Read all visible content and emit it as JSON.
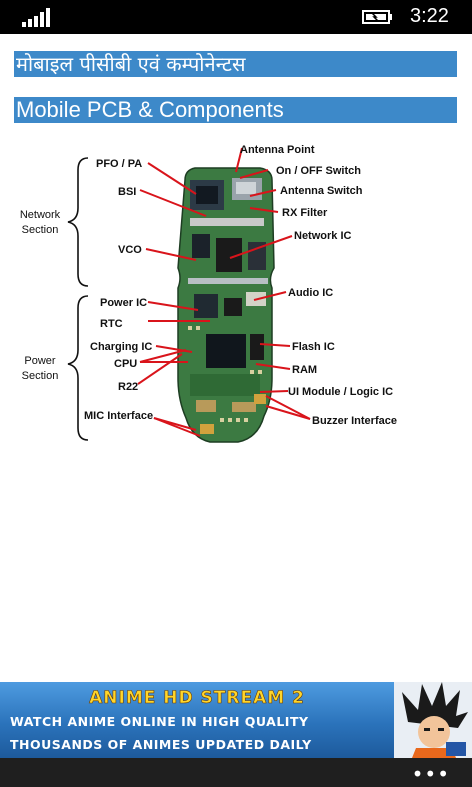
{
  "status": {
    "time": "3:22"
  },
  "headings": {
    "hindi": "मोबाइल पीसीबी एवं कम्पोनेन्टस",
    "english": "Mobile PCB & Components"
  },
  "diagram": {
    "sections": {
      "network": [
        "Network",
        "Section"
      ],
      "power": [
        "Power",
        "Section"
      ]
    },
    "labels": {
      "pfo_pa": "PFO / PA",
      "bsi": "BSI",
      "vco": "VCO",
      "power_ic": "Power IC",
      "rtc": "RTC",
      "charging_ic": "Charging IC",
      "cpu": "CPU",
      "r22": "R22",
      "mic_interface": "MIC Interface",
      "antenna_point": "Antenna Point",
      "on_off_switch": "On / OFF Switch",
      "antenna_switch": "Antenna Switch",
      "rx_filter": "RX Filter",
      "network_ic": "Network IC",
      "audio_ic": "Audio IC",
      "flash_ic": "Flash IC",
      "ram": "RAM",
      "ui_module": "UI Module / Logic IC",
      "buzzer_interface": "Buzzer Interface"
    }
  },
  "ad": {
    "title": "ANIME HD STREAM 2",
    "line1": "WATCH ANIME ONLINE IN HIGH QUALITY",
    "line2": "THOUSANDS OF ANIMES UPDATED DAILY",
    "art_icon": "anime-character-icon"
  },
  "appbar": {
    "more_label": "•••"
  }
}
